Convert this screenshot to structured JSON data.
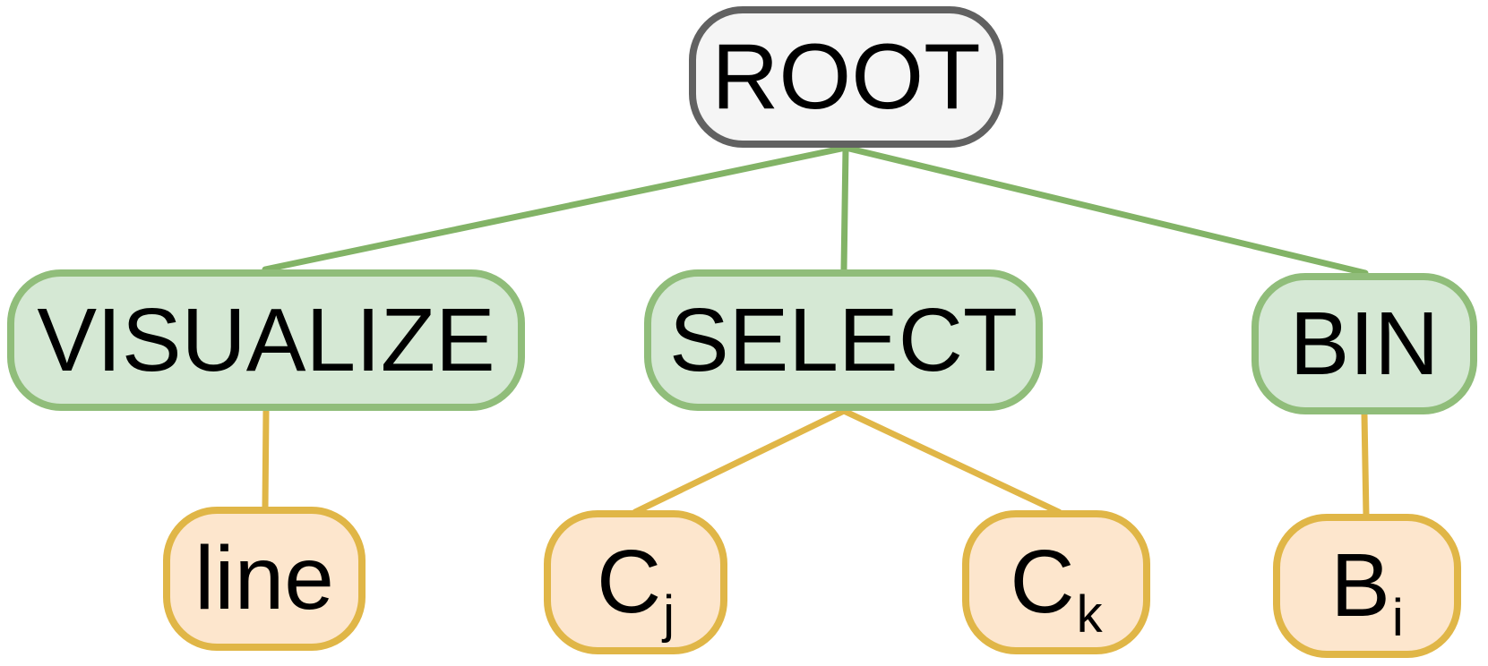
{
  "colors": {
    "root_border": "#616161",
    "root_fill": "#f5f5f5",
    "category_border": "#90bd7a",
    "category_fill": "#d5e8d4",
    "category_edge": "#82b366",
    "leaf_border": "#e0b647",
    "leaf_fill": "#fde6cd",
    "leaf_edge": "#e0b647"
  },
  "root": {
    "label": "ROOT"
  },
  "categories": [
    {
      "label": "VISUALIZE"
    },
    {
      "label": "SELECT"
    },
    {
      "label": "BIN"
    }
  ],
  "leaves": [
    {
      "label": "line",
      "subscript": ""
    },
    {
      "label": "C",
      "subscript": "j"
    },
    {
      "label": "C",
      "subscript": "k"
    },
    {
      "label": "B",
      "subscript": "i"
    }
  ]
}
